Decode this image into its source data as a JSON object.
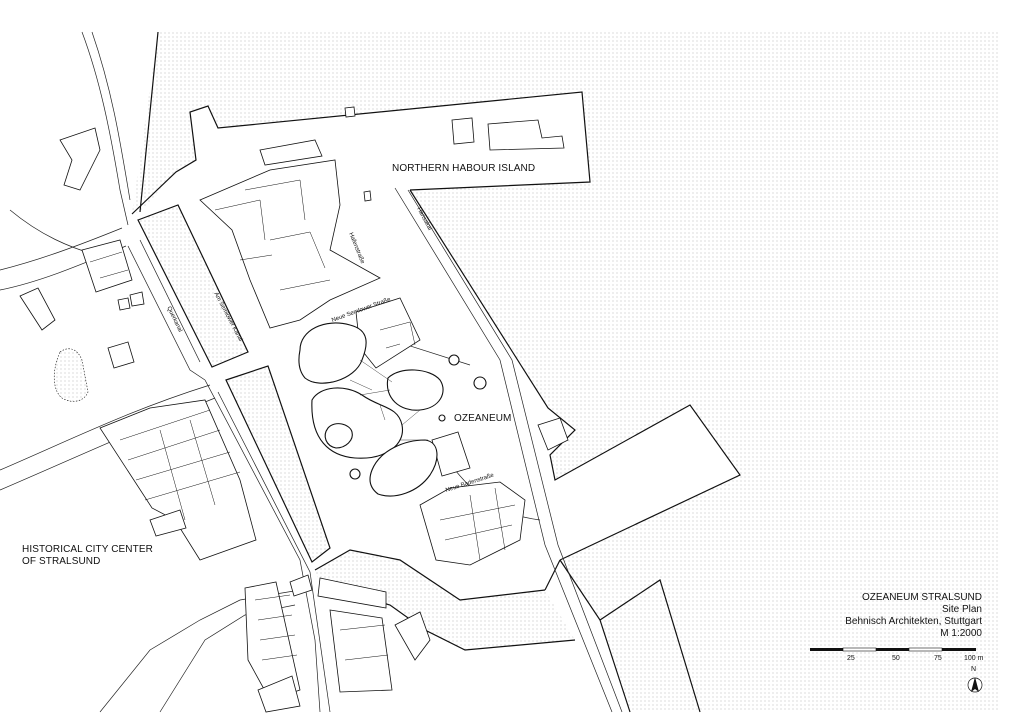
{
  "labels": {
    "northern_island": "NORTHERN HABOUR ISLAND",
    "ozeaneum": "OZEANEUM",
    "historic_line1": "HISTORICAL CITY CENTER",
    "historic_line2": "OF STRALSUND"
  },
  "streets": {
    "hafenstrasse": "Hafenstraße",
    "hansakai": "Hansakai",
    "neue_semlower": "Neue Semlower Straße",
    "am_semlower_kanal": "Am Semlower Kanal",
    "querkanal": "Querkanal",
    "neue_badenstrasse": "Neue Badenstraße"
  },
  "title_block": {
    "project": "OZEANEUM STRALSUND",
    "drawing": "Site Plan",
    "architect": "Behnisch Architekten, Stuttgart",
    "scale": "M 1:2000"
  },
  "scale_bar": {
    "ticks": [
      "25",
      "50",
      "75",
      "100 m"
    ]
  },
  "north_arrow": {
    "label": "N"
  },
  "colors": {
    "line": "#111111",
    "water_dots": "#9a9a9a",
    "paper": "#ffffff"
  }
}
